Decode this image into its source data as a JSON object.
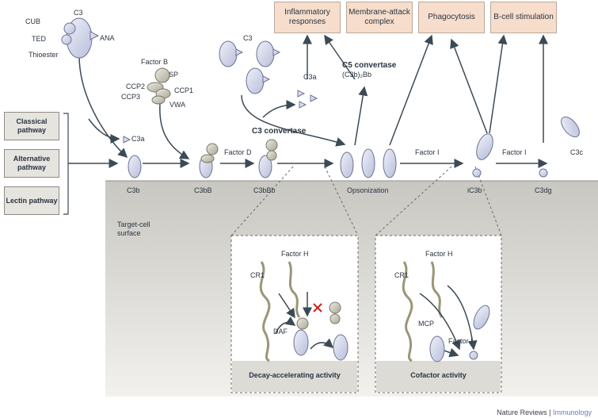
{
  "top_boxes": [
    {
      "id": "inflammatory",
      "label": "Inflammatory responses"
    },
    {
      "id": "mac",
      "label": "Membrane-attack complex"
    },
    {
      "id": "phagocytosis",
      "label": "Phagocytosis"
    },
    {
      "id": "bcell",
      "label": "B-cell stimulation"
    }
  ],
  "pathways": [
    "Classical pathway",
    "Alternative pathway",
    "Lectin pathway"
  ],
  "c3_domains": {
    "c3": "C3",
    "cub": "CUB",
    "ted": "TED",
    "ana": "ANA",
    "thioester": "Thioester"
  },
  "factor_b": {
    "title": "Factor B",
    "sp": "SP",
    "ccp1": "CCP1",
    "ccp2": "CCP2",
    "ccp3": "CCP3",
    "vwa": "VWA"
  },
  "labels": {
    "c3_top": "C3",
    "c3a_1": "C3a",
    "c3a_2": "C3a",
    "c5_convertase": "C5 convertase",
    "c5_formula": "(C3b)₂Bb",
    "c3_convertase": "C3 convertase",
    "factor_d": "Factor D",
    "factor_i_1": "Factor I",
    "factor_i_2": "Factor I",
    "c3c": "C3c",
    "surface": "Target-cell surface"
  },
  "membrane_labels": [
    "C3b",
    "C3bB",
    "C3bBb",
    "Opsonization",
    "iC3b",
    "C3dg"
  ],
  "insets": {
    "left": {
      "factor_h": "Factor H",
      "cr1": "CR1",
      "daf": "DAF",
      "caption": "Decay-accelerating activity"
    },
    "right": {
      "factor_h": "Factor H",
      "cr1": "CR1",
      "mcp": "MCP",
      "factor_i": "Factor I",
      "caption": "Cofactor activity"
    }
  },
  "footer": {
    "journal": "Nature Reviews",
    "sep": " | ",
    "section": "Immunology"
  },
  "colors": {
    "protein": "#c9cde3",
    "factor_b": "#c9c7b8",
    "box": "#f6ddcc",
    "arrow": "#3c4a55",
    "surface": "#d9d8d3"
  }
}
